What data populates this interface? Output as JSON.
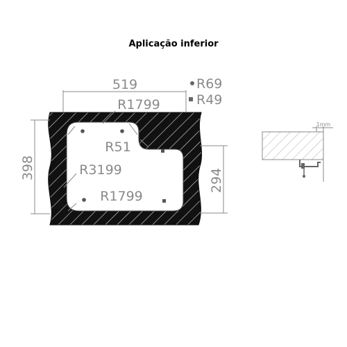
{
  "title": "Aplicação inferior",
  "dimensions": {
    "width": "519",
    "height_total": "398",
    "height_small": "294",
    "radius_top": "R1799",
    "radius_inner": "R51",
    "radius_left": "R3199",
    "radius_bottom": "R1799"
  },
  "legend": {
    "circle_label": "R69",
    "square_label": "R49"
  },
  "detail": {
    "gap_label": "1mm"
  },
  "icons": {
    "circle_marker": "circle-marker-icon",
    "square_marker": "square-marker-icon"
  },
  "colors": {
    "counter_fill": "#111111",
    "dimension": "#8a8a8a",
    "hatch": "#ffffff"
  }
}
